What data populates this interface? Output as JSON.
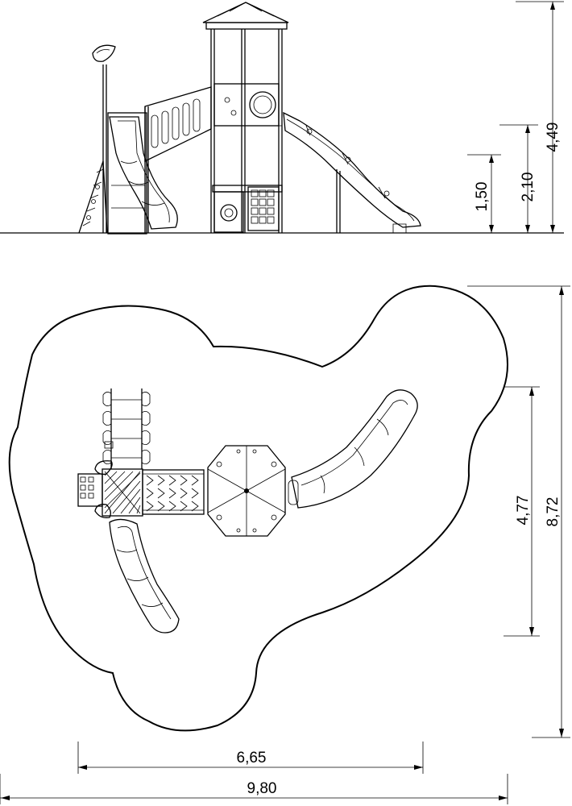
{
  "elevation": {
    "dimensions": {
      "height_total": "4,49",
      "height_platform_high": "2,10",
      "height_platform_low": "1,50"
    }
  },
  "plan": {
    "dimensions": {
      "depth_total": "8,72",
      "depth_structure": "4,77",
      "width_structure": "6,65",
      "width_total": "9,80"
    }
  }
}
